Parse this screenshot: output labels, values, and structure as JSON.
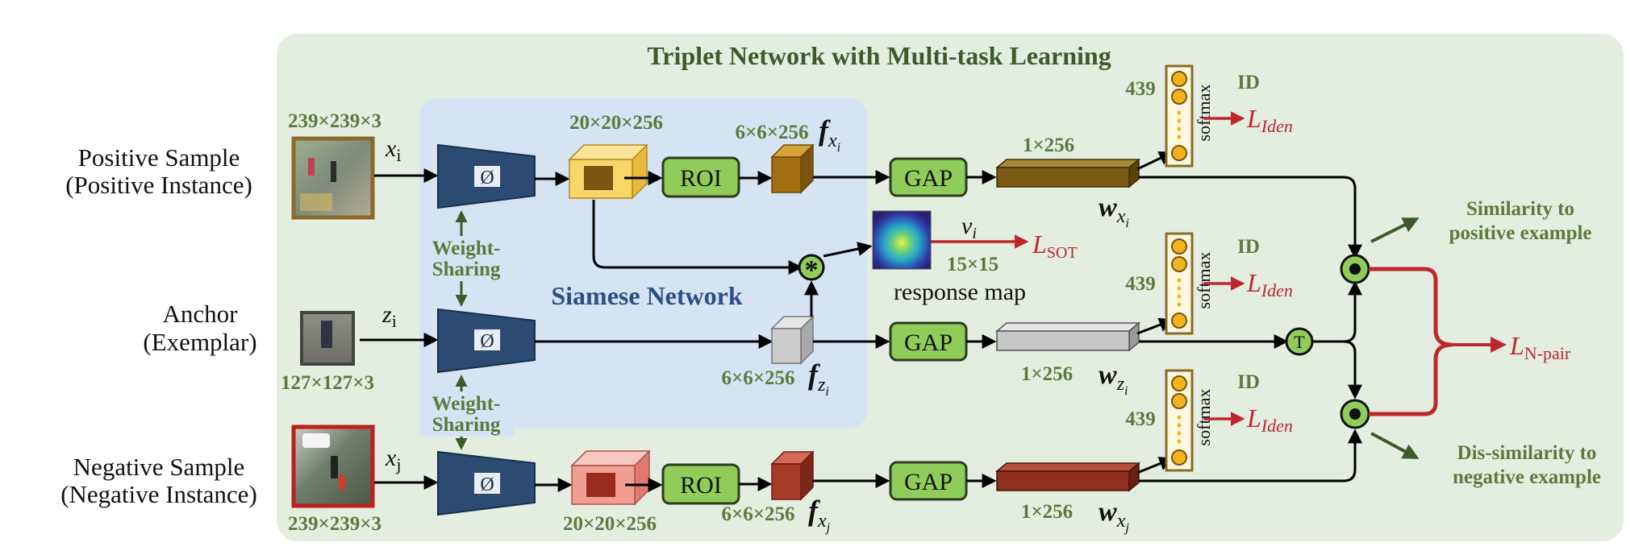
{
  "title": "Triplet Network with Multi-task Learning",
  "siamese_label": "Siamese Network",
  "inputs": {
    "positive": {
      "line1": "Positive Sample",
      "line2": "(Positive Instance)",
      "size": "239×239×3",
      "var_main": "x",
      "var_sub": "i"
    },
    "anchor": {
      "line1": "Anchor",
      "line2": "(Exemplar)",
      "size": "127×127×3",
      "var_main": "z",
      "var_sub": "i"
    },
    "negative": {
      "line1": "Negative Sample",
      "line2": "(Negative Instance)",
      "size": "239×239×3",
      "var_main": "x",
      "var_sub": "j"
    }
  },
  "backbone_symbol": "Ø",
  "weight_sharing": {
    "line1": "Weight-",
    "line2": "Sharing"
  },
  "feature_maps": {
    "pos_conv": "20×20×256",
    "neg_conv": "20×20×256",
    "roi_size": "6×6×256"
  },
  "features": {
    "pos": {
      "main": "f",
      "sub_main": "x",
      "sub_sub": "i"
    },
    "anchor": {
      "main": "f",
      "sub_main": "z",
      "sub_sub": "i"
    },
    "neg": {
      "main": "f",
      "sub_main": "x",
      "sub_sub": "j"
    }
  },
  "roi_label": "ROI",
  "gap_label": "GAP",
  "embed_size": "1×256",
  "weights": {
    "pos": {
      "main": "w",
      "sub_main": "x",
      "sub_sub": "i"
    },
    "anchor": {
      "main": "w",
      "sub_main": "z",
      "sub_sub": "i"
    },
    "neg": {
      "main": "w",
      "sub_main": "x",
      "sub_sub": "j"
    }
  },
  "classifier": {
    "count": "439",
    "softmax": "softmax",
    "id": "ID",
    "loss_main": "L",
    "loss_sub": "Iden"
  },
  "correlation": {
    "symbol": "*",
    "response_label": "response map",
    "v_main": "v",
    "v_sub": "i",
    "size": "15×15",
    "loss_main": "L",
    "loss_sub": "SOT"
  },
  "transpose_symbol": "T",
  "similarity": {
    "pos_line1": "Similarity to",
    "pos_line2": "positive example",
    "neg_line1": "Dis-similarity to",
    "neg_line2": "negative example"
  },
  "npair_loss": {
    "main": "L",
    "sub": "N-pair"
  },
  "colors": {
    "panel": "#e4eee0",
    "siamese": "#d6e3f3",
    "backbone": "#2b4b72",
    "green_box": "#8fcc5a",
    "label_green": "#5e7a3c",
    "loss_red": "#c0272d",
    "pos_cube": "#f8d66a",
    "neg_cube": "#ef9e94",
    "roi_pos": "#a36d10",
    "roi_neg": "#a83a2a",
    "vec_pos": "#7a5a12",
    "vec_anchor": "#c8c8c8",
    "vec_neg": "#8f2f20",
    "neuron": "#f2b320"
  }
}
